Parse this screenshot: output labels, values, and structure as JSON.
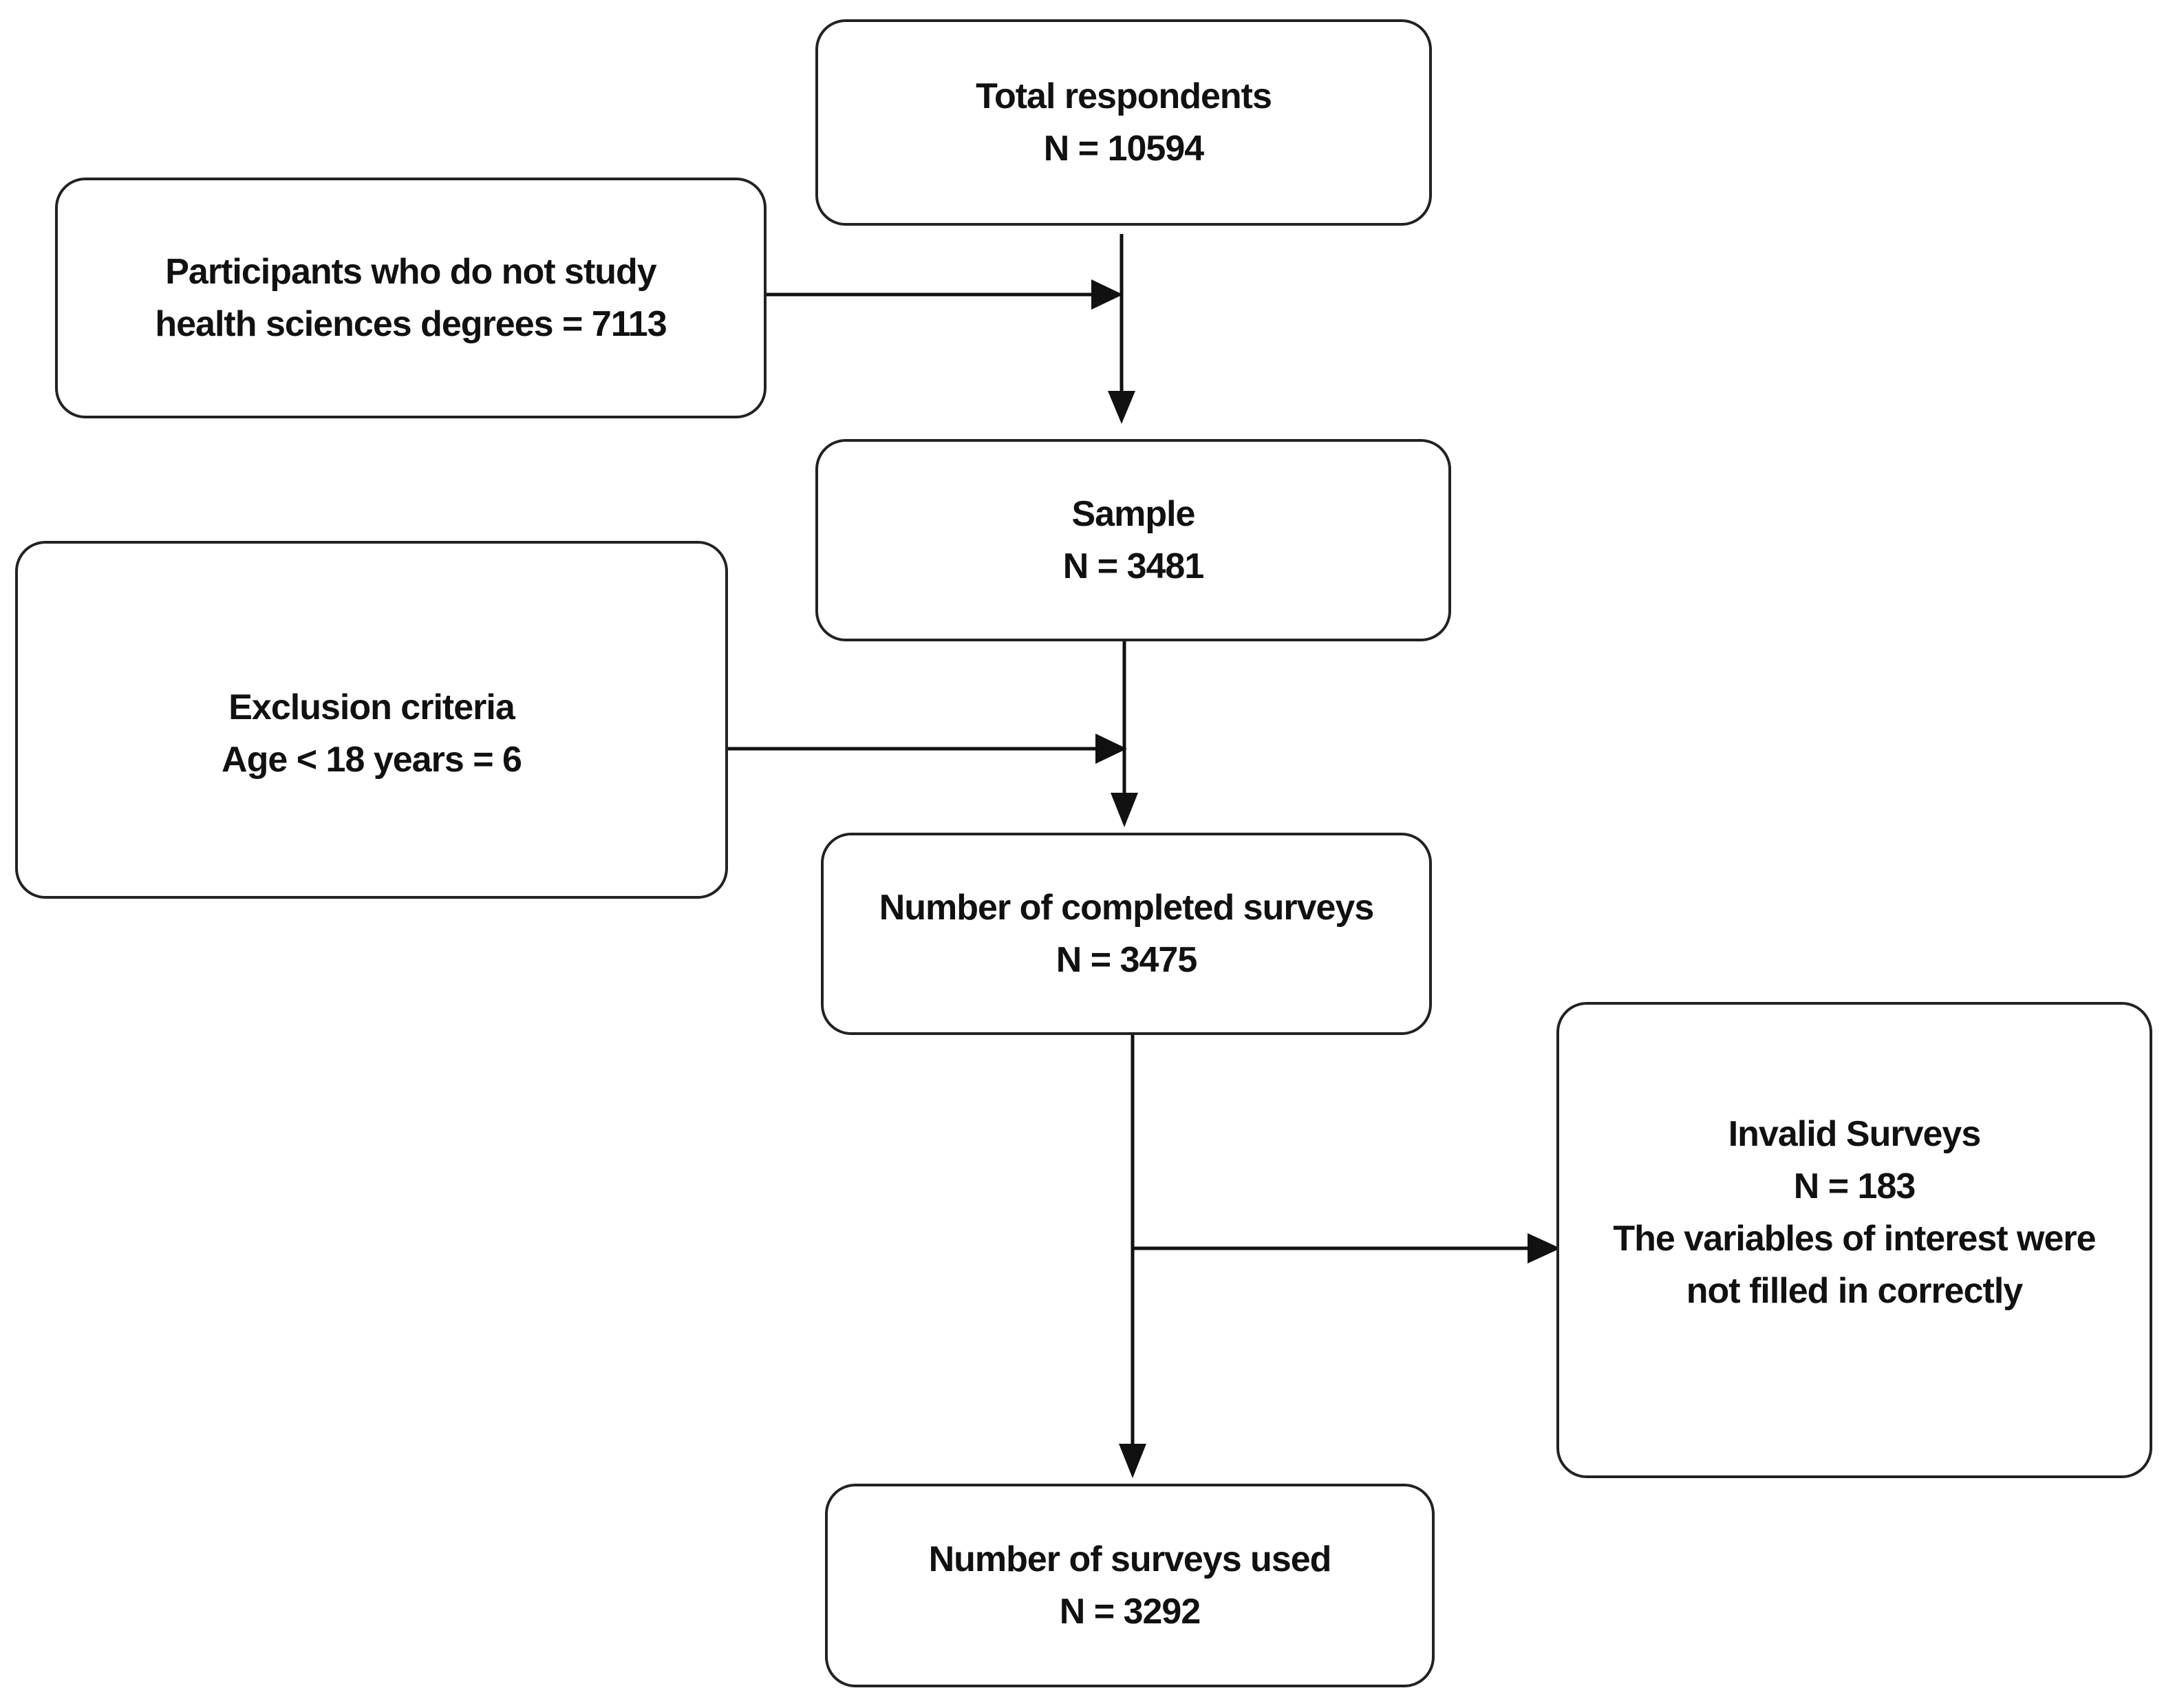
{
  "boxes": {
    "total_respondents": {
      "title": "Total respondents",
      "value": "N = 10594"
    },
    "non_health": {
      "line1": "Participants who do not study",
      "line2": "health sciences degrees = 7113"
    },
    "sample": {
      "title": "Sample",
      "value": "N = 3481"
    },
    "exclusion": {
      "title": "Exclusion criteria",
      "detail": "Age < 18 years = 6"
    },
    "completed": {
      "title": "Number of completed surveys",
      "value": "N = 3475"
    },
    "invalid": {
      "title": "Invalid Surveys",
      "value": "N = 183",
      "line1": "The variables of interest were",
      "line2": "not filled in correctly"
    },
    "used": {
      "title": "Number of surveys used",
      "value": "N = 3292"
    }
  }
}
